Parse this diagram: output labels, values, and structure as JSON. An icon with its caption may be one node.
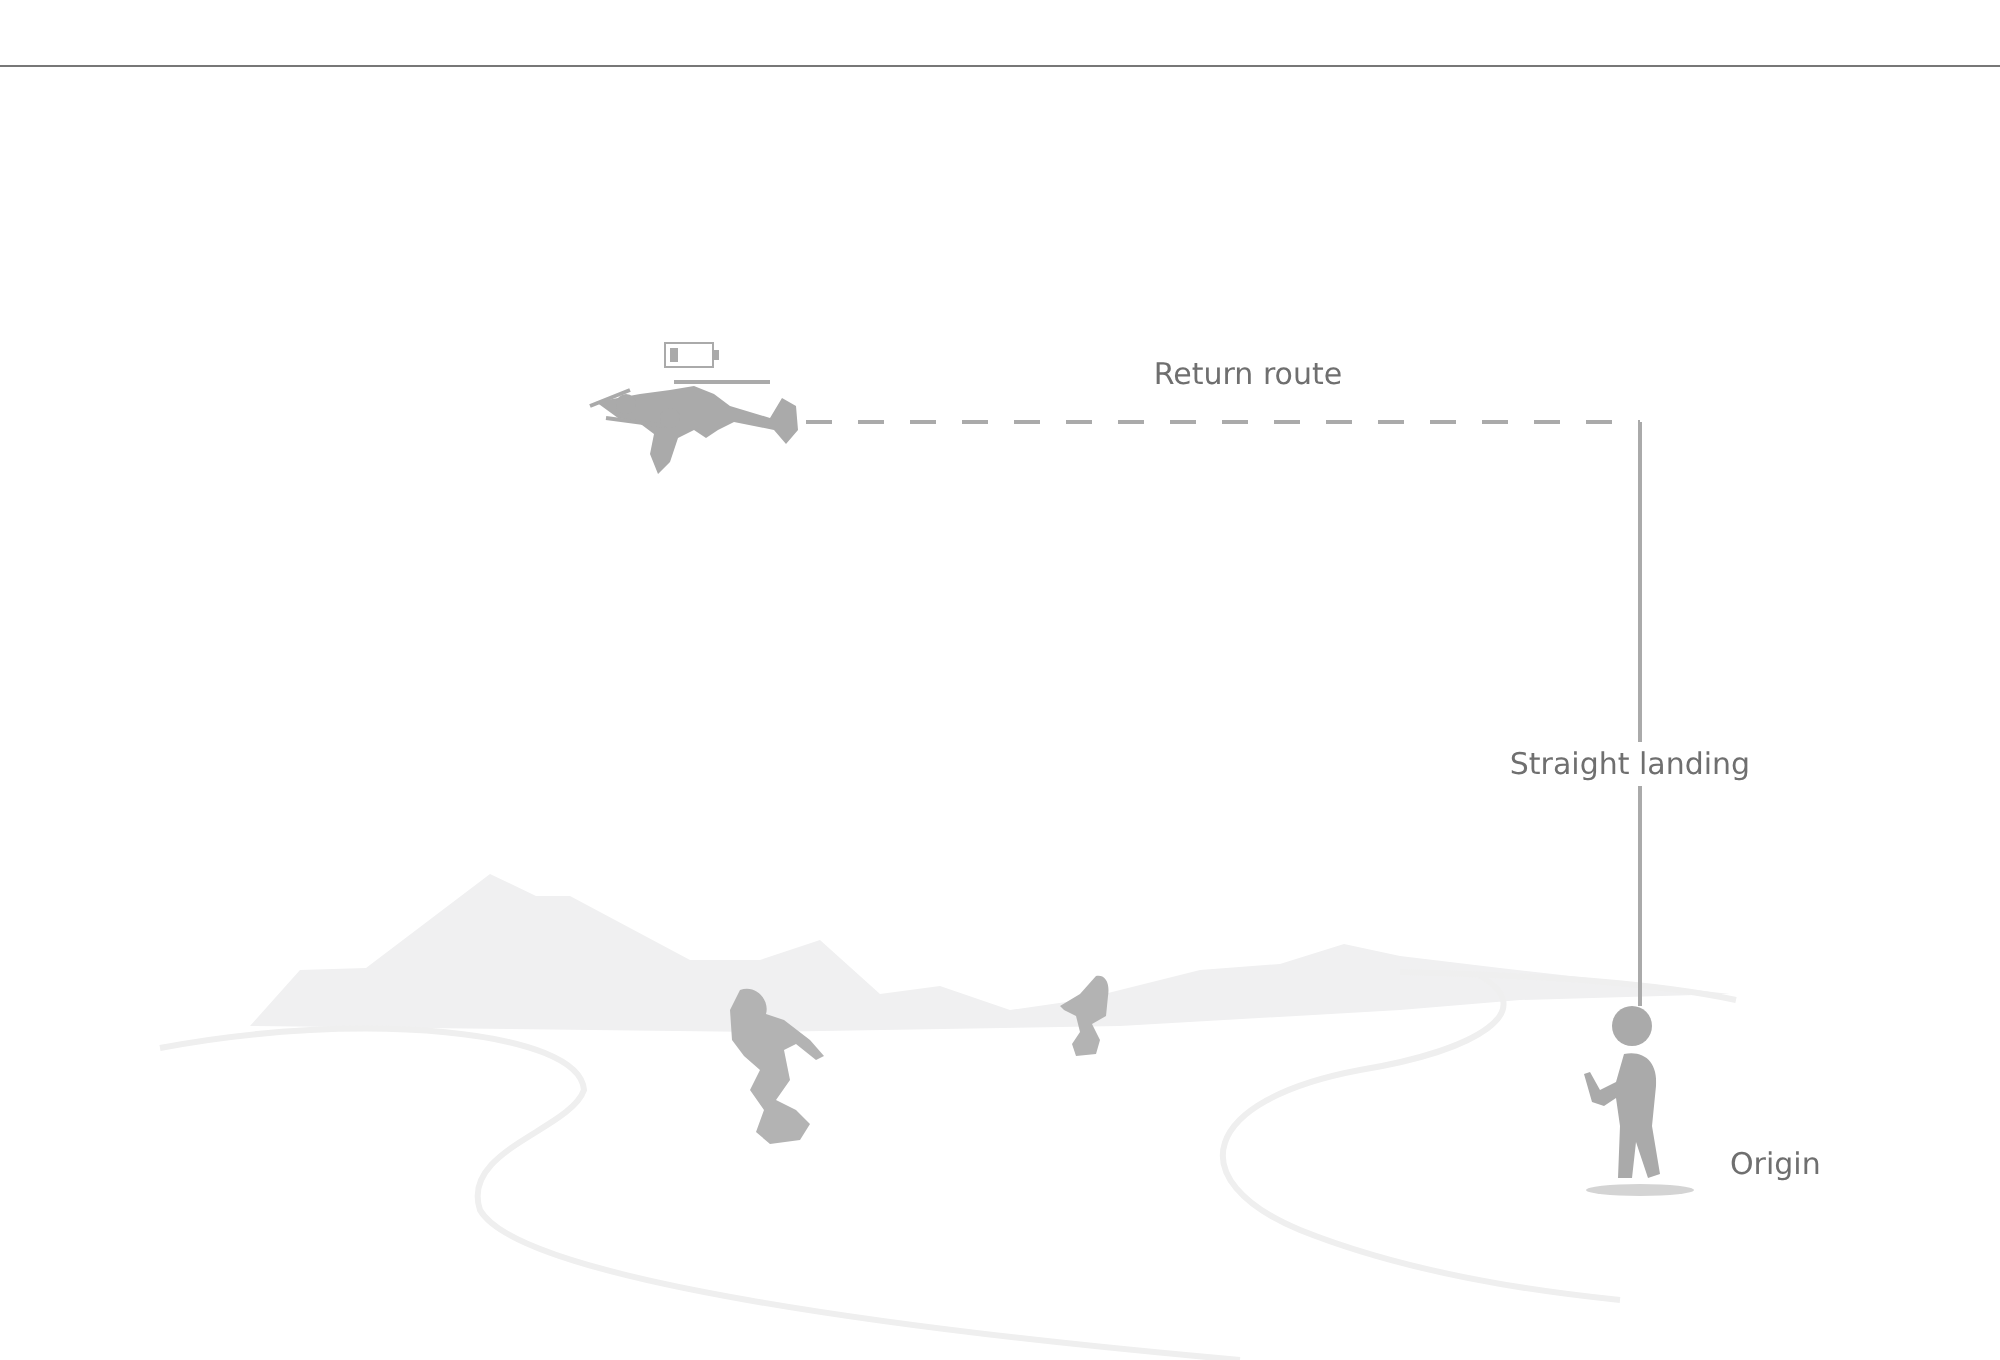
{
  "diagram": {
    "nodes": [
      {
        "text": [],
        "shape": "picture"
      },
      {
        "text": [],
        "shape": "person",
        "beside": [
          "Origin"
        ]
      }
    ],
    "edges": [
      {
        "from": 0,
        "to": 1,
        "arrow": "none",
        "label": "Return route",
        "style": "dashed"
      }
    ],
    "labels": [
      "Straight landing"
    ]
  }
}
